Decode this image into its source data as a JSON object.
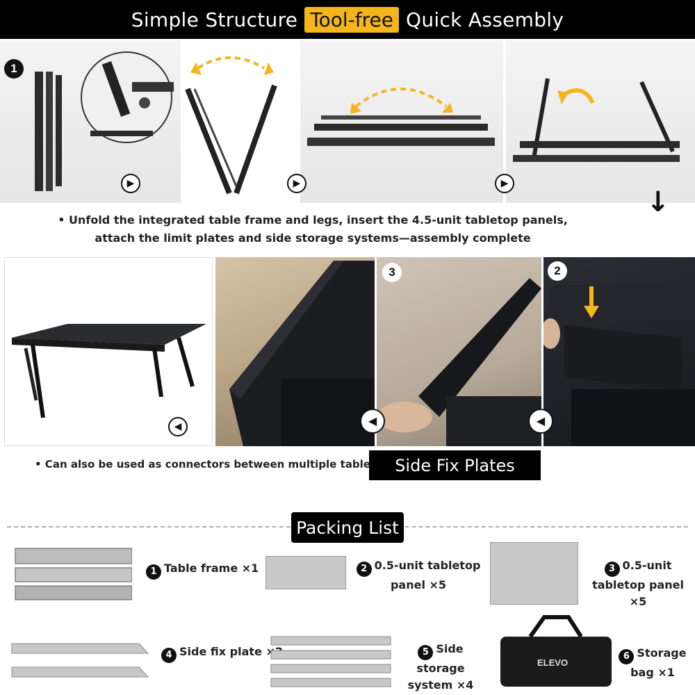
{
  "header": {
    "title_left": "Simple Structure",
    "title_highlight": "Tool-free",
    "title_right": "Quick Assembly"
  },
  "steps": {
    "step1_badge": "1",
    "step3_badge": "3",
    "step2_badge": "2",
    "assembly_note_line1": "• Unfold the integrated table frame and legs, insert the 4.5-unit tabletop panels,",
    "assembly_note_line2": "attach the limit plates and side storage systems—assembly complete",
    "connector_note": "• Can also be used as connectors between multiple tables",
    "side_fix_label": "Side Fix Plates"
  },
  "packing": {
    "title": "Packing List",
    "items": [
      {
        "num": "1",
        "line1": "Table frame ×1",
        "line2": ""
      },
      {
        "num": "2",
        "line1": "0.5-unit tabletop",
        "line2": "panel ×5"
      },
      {
        "num": "3",
        "line1": "0.5-unit",
        "line2": "tabletop panel ×5"
      },
      {
        "num": "4",
        "line1": "Side fix plate ×2",
        "line2": ""
      },
      {
        "num": "5",
        "line1": "Side storage",
        "line2": "system ×4"
      },
      {
        "num": "6",
        "line1": "Storage",
        "line2": "bag ×1"
      }
    ],
    "bag_brand": "ELEVO"
  },
  "icons": {
    "next": "▶",
    "prev": "◀",
    "down": "↓"
  },
  "colors": {
    "accent": "#f5b51c",
    "header_bg": "#000000"
  }
}
